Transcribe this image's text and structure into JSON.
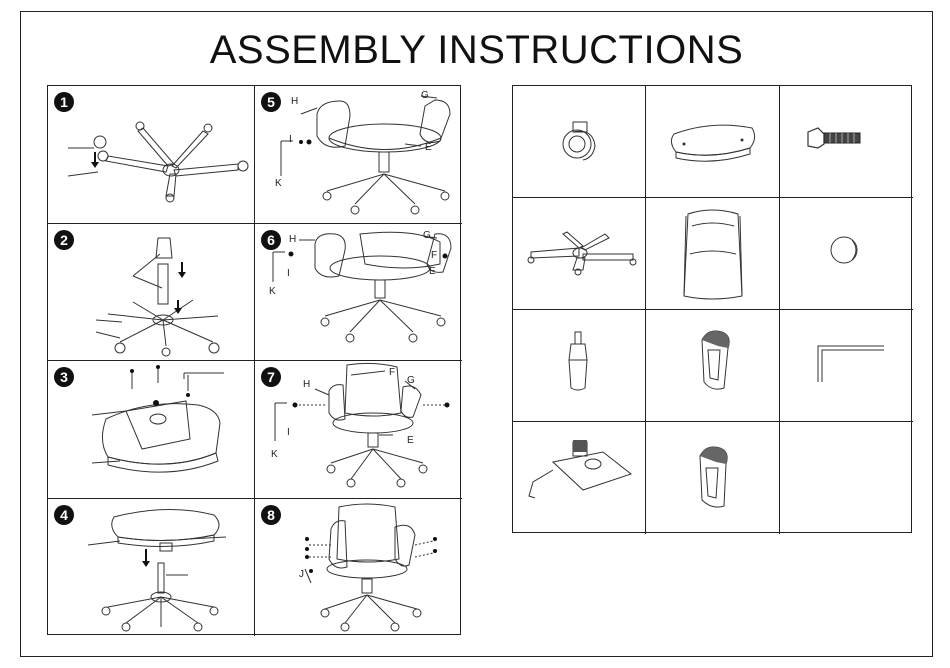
{
  "title": "ASSEMBLY INSTRUCTIONS",
  "steps": [
    {
      "number": "1"
    },
    {
      "number": "5",
      "labels": {
        "h": "H",
        "g": "G",
        "i": "I",
        "e": "E",
        "k": "K"
      }
    },
    {
      "number": "2"
    },
    {
      "number": "6",
      "labels": {
        "h": "H",
        "g": "G",
        "i": "I",
        "f": "F",
        "e": "E",
        "k": "K"
      }
    },
    {
      "number": "3"
    },
    {
      "number": "7",
      "labels": {
        "f": "F",
        "h": "H",
        "g": "G",
        "i": "I",
        "e": "E",
        "k": "K"
      }
    },
    {
      "number": "4"
    },
    {
      "number": "8",
      "labels": {
        "j": "J"
      }
    }
  ],
  "parts": [
    {
      "icon": "caster-wheel-icon"
    },
    {
      "icon": "seat-cushion-icon"
    },
    {
      "icon": "bolt-icon"
    },
    {
      "icon": "star-base-icon"
    },
    {
      "icon": "backrest-icon"
    },
    {
      "icon": "end-cap-icon"
    },
    {
      "icon": "gas-cylinder-icon"
    },
    {
      "icon": "armrest-left-icon"
    },
    {
      "icon": "allen-key-icon"
    },
    {
      "icon": "tilt-mechanism-icon"
    },
    {
      "icon": "armrest-right-icon"
    },
    {
      "icon": "empty-cell"
    }
  ]
}
